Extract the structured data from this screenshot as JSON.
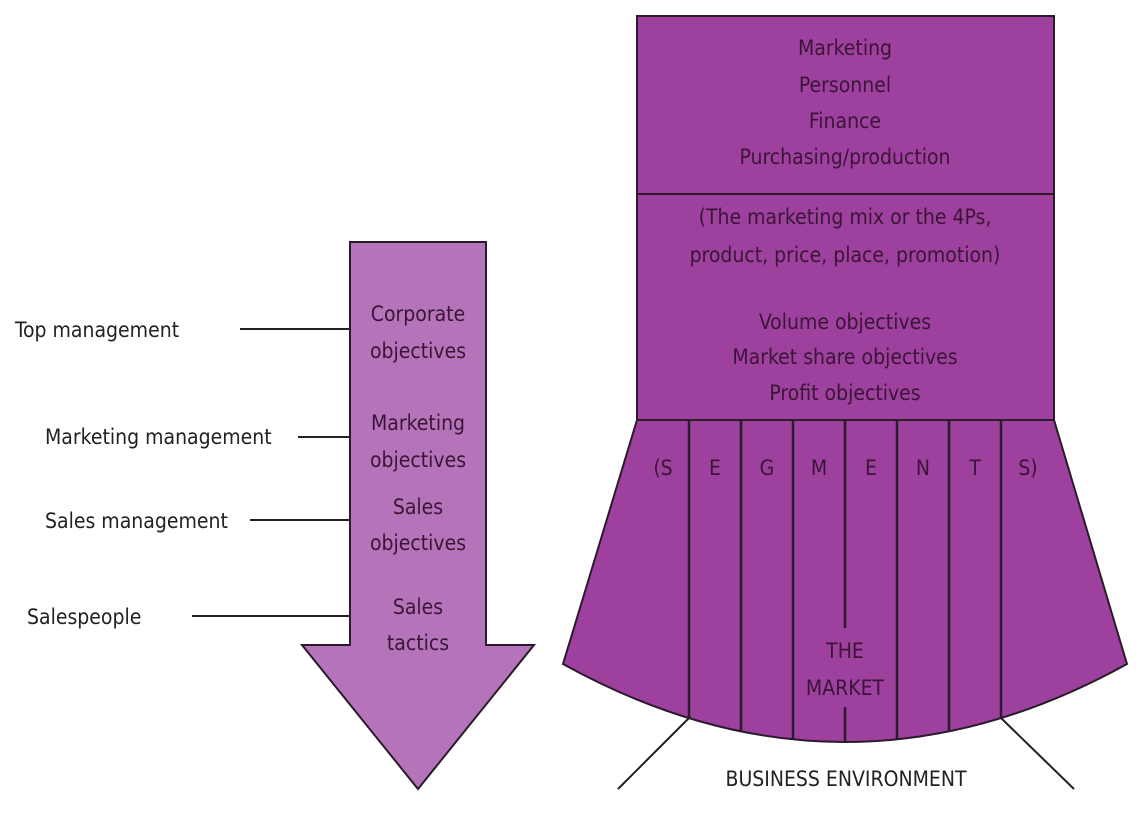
{
  "colors": {
    "box": "#9e409e",
    "arrow": "#b574b9",
    "stroke": "#2b1a2b"
  },
  "left_labels": [
    "Top management",
    "Marketing management",
    "Sales management",
    "Salespeople"
  ],
  "arrow_text": [
    [
      "Corporate",
      "objectives"
    ],
    [
      "Marketing",
      "objectives"
    ],
    [
      "Sales",
      "objectives"
    ],
    [
      "Sales",
      "tactics"
    ]
  ],
  "box_top": [
    "Marketing",
    "Personnel",
    "Finance",
    "Purchasing/production"
  ],
  "box_mix": [
    "(The marketing mix or the 4Ps,",
    "product, price, place, promotion)"
  ],
  "box_objectives": [
    "Volume objectives",
    "Market share objectives",
    "Profit objectives"
  ],
  "segments": [
    "(S",
    "E",
    "G",
    "M",
    "E",
    "N",
    "T",
    "S)"
  ],
  "market": [
    "THE",
    "MARKET"
  ],
  "environment": "BUSINESS ENVIRONMENT"
}
